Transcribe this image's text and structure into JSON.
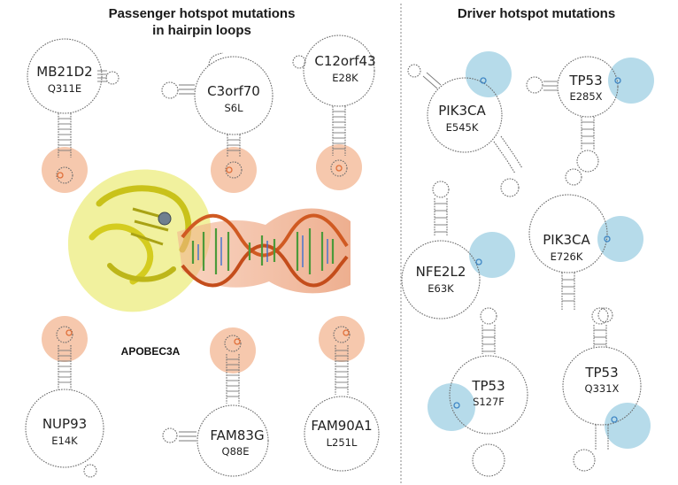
{
  "titles": {
    "left_line1": "Passenger hotspot mutations",
    "left_line2": "in hairpin loops",
    "right": "Driver hotspot mutations"
  },
  "protein_label": "APOBEC3A",
  "colors": {
    "passenger_highlight": "#f6c8ad",
    "driver_highlight": "#b6dbea",
    "passenger_marker": "#e0703a",
    "driver_marker": "#3f86c4",
    "protein": "#e4e03a",
    "dna_backbone": "#d05a22",
    "divider": "#8a8a8a"
  },
  "passenger": [
    {
      "gene": "MB21D2",
      "mutation": "Q311E"
    },
    {
      "gene": "C3orf70",
      "mutation": "S6L"
    },
    {
      "gene": "C12orf43",
      "mutation": "E28K"
    },
    {
      "gene": "NUP93",
      "mutation": "E14K"
    },
    {
      "gene": "FAM83G",
      "mutation": "Q88E"
    },
    {
      "gene": "FAM90A1",
      "mutation": "L251L"
    }
  ],
  "driver": [
    {
      "gene": "PIK3CA",
      "mutation": "E545K"
    },
    {
      "gene": "TP53",
      "mutation": "E285X"
    },
    {
      "gene": "NFE2L2",
      "mutation": "E63K"
    },
    {
      "gene": "PIK3CA",
      "mutation": "E726K"
    },
    {
      "gene": "TP53",
      "mutation": "S127F"
    },
    {
      "gene": "TP53",
      "mutation": "Q331X"
    }
  ]
}
